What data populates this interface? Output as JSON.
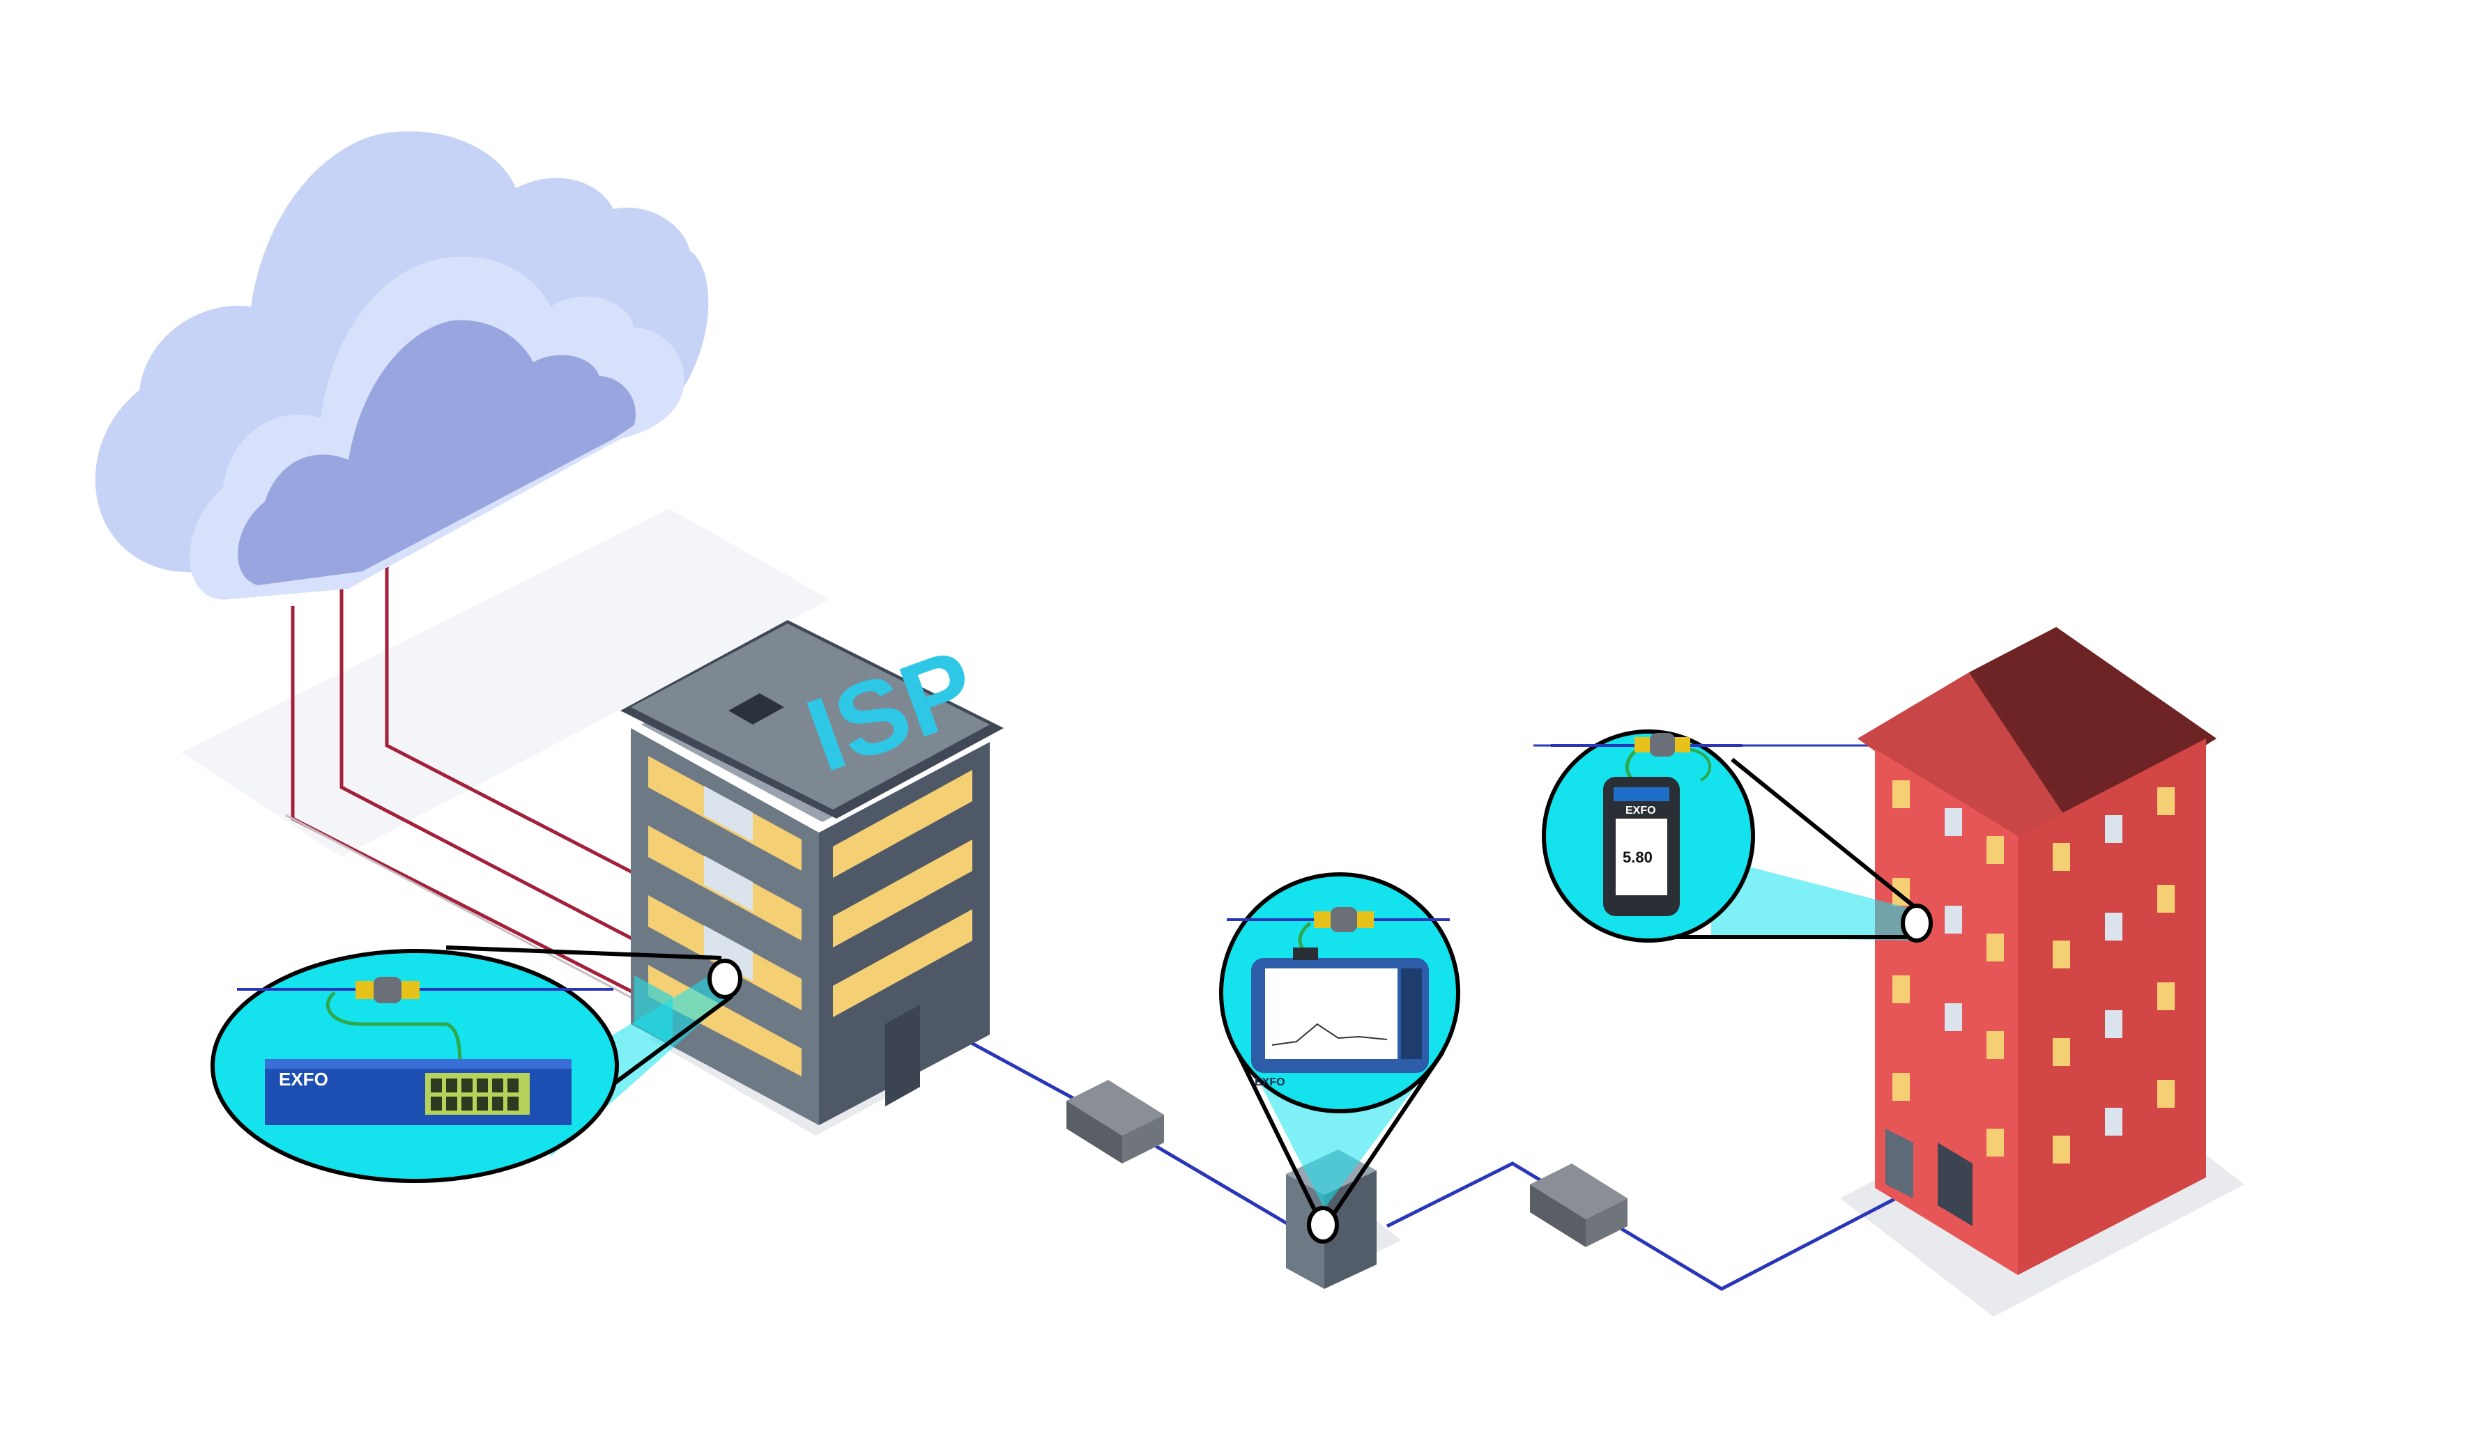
{
  "labels": {
    "isp_sign": "ISP",
    "brand": "EXFO",
    "handheld_reading": "5.80"
  },
  "colors": {
    "cloud_light": "#c7d3f6",
    "cloud_dark": "#98a5df",
    "isp_building": "#5e6a78",
    "isp_sign": "#2ec7e6",
    "red_building": "#e65656",
    "roof": "#7a2a2a",
    "window_lit": "#f5cf74",
    "fiber_blue": "#2a36b8",
    "fiber_red": "#a3203a",
    "zoom_bg": "#14e3ee"
  },
  "icons": [
    "cloud-icon",
    "isp-building-icon",
    "residential-building-icon",
    "fiber-cabinet-icon",
    "fiber-splice-closure-icon",
    "fiber-connector-icon",
    "rack-mounted-tester-icon",
    "tablet-tester-icon",
    "handheld-power-meter-icon"
  ]
}
